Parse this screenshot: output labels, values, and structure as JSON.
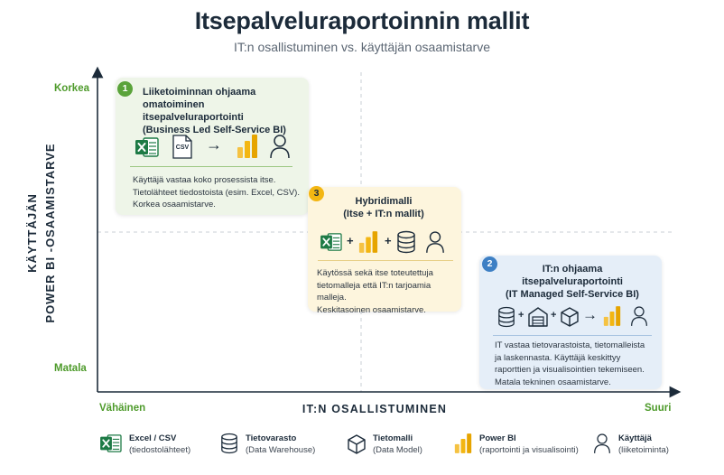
{
  "title": "Itsepalveluraportoinnin mallit",
  "subtitle": "IT:n osallistuminen vs. käyttäjän osaamistarve",
  "axes": {
    "y_label_line1": "KÄYTTÄJÄN",
    "y_label_line2": "POWER BI -OSAAMISTARVE",
    "x_label": "IT:N OSALLISTUMINEN",
    "y_high": "Korkea",
    "y_low": "Matala",
    "x_low": "Vähäinen",
    "x_high": "Suuri"
  },
  "cards": {
    "card1": {
      "badge": "1",
      "title_line1": "Liiketoiminnan ohjaama",
      "title_line2": "omatoiminen itsepalveluraportointi",
      "title_line3": "(Business Led Self-Service BI)",
      "csv_text": "CSV",
      "arrow": "→",
      "desc_line1": "Käyttäjä vastaa koko prosessista itse.",
      "desc_line2": "Tietolähteet tiedostoista (esim. Excel, CSV).",
      "desc_line3": "Korkea osaamistarve."
    },
    "card3": {
      "badge": "3",
      "title_line1": "Hybridimalli",
      "title_line2": "(Itse + IT:n mallit)",
      "plus1": "+",
      "plus2": "+",
      "desc_line1": "Käytössä sekä itse toteutettuja",
      "desc_line2": "tietomalleja että IT:n tarjoamia malleja.",
      "desc_line3": "Keskitasoinen osaamistarve."
    },
    "card2": {
      "badge": "2",
      "title_line1": "IT:n ohjaama",
      "title_line2": "itsepalveluraportointi",
      "title_line3": "(IT Managed Self-Service BI)",
      "plus1": "+",
      "plus2": "+",
      "arrow": "→",
      "desc_line1": "IT vastaa tietovarastoista, tietomalleista",
      "desc_line2": "ja laskennasta. Käyttäjä keskittyy",
      "desc_line3": "raporttien ja visualisointien tekemiseen.",
      "desc_line4": "Matala tekninen osaamistarve."
    }
  },
  "legend": [
    {
      "icon": "excel-icon",
      "line1": "Excel / CSV",
      "line2": "(tiedostolähteet)"
    },
    {
      "icon": "database-icon",
      "line1": "Tietovarasto",
      "line2": "(Data Warehouse)"
    },
    {
      "icon": "cube-icon",
      "line1": "Tietomalli",
      "line2": "(Data Model)"
    },
    {
      "icon": "power-bi-icon",
      "line1": "Power BI",
      "line2": "(raportointi ja visualisointi)"
    },
    {
      "icon": "user-icon",
      "line1": "Käyttäjä",
      "line2": "(liiketoiminta)"
    }
  ],
  "colors": {
    "green": "#5aa33a",
    "yellow": "#f3b612",
    "blue": "#3d7fc4",
    "excel_green": "#1d7a45",
    "dark": "#1c2b3a"
  }
}
